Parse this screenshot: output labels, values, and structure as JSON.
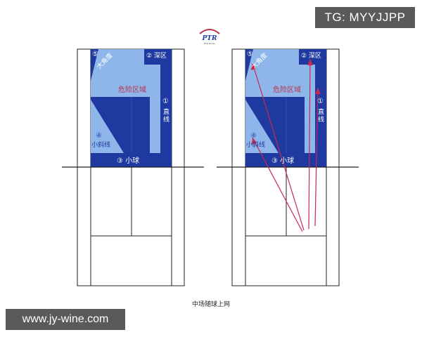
{
  "watermark": {
    "tg": "TG: MYYJJPP",
    "url": "www.jy-wine.com"
  },
  "logo": {
    "text": "PTR",
    "subtext": "PTR tennis"
  },
  "caption": "中场随球上网",
  "zones": {
    "zone1_num": "①",
    "zone1_a": "直",
    "zone1_b": "线",
    "zone2": "② 深区",
    "zone3": "③ 小球",
    "zone4_num": "④",
    "zone4_label": "小斜线",
    "zone5_num": "⑤",
    "zone5_label": "大角度",
    "danger": "危险区域"
  },
  "colors": {
    "dark_blue": "#1e3aa0",
    "light_blue": "#8fb6ea",
    "mid_blue": "#2d4fb6",
    "danger_text": "#b8324a",
    "shot_line": "#c6284e"
  }
}
